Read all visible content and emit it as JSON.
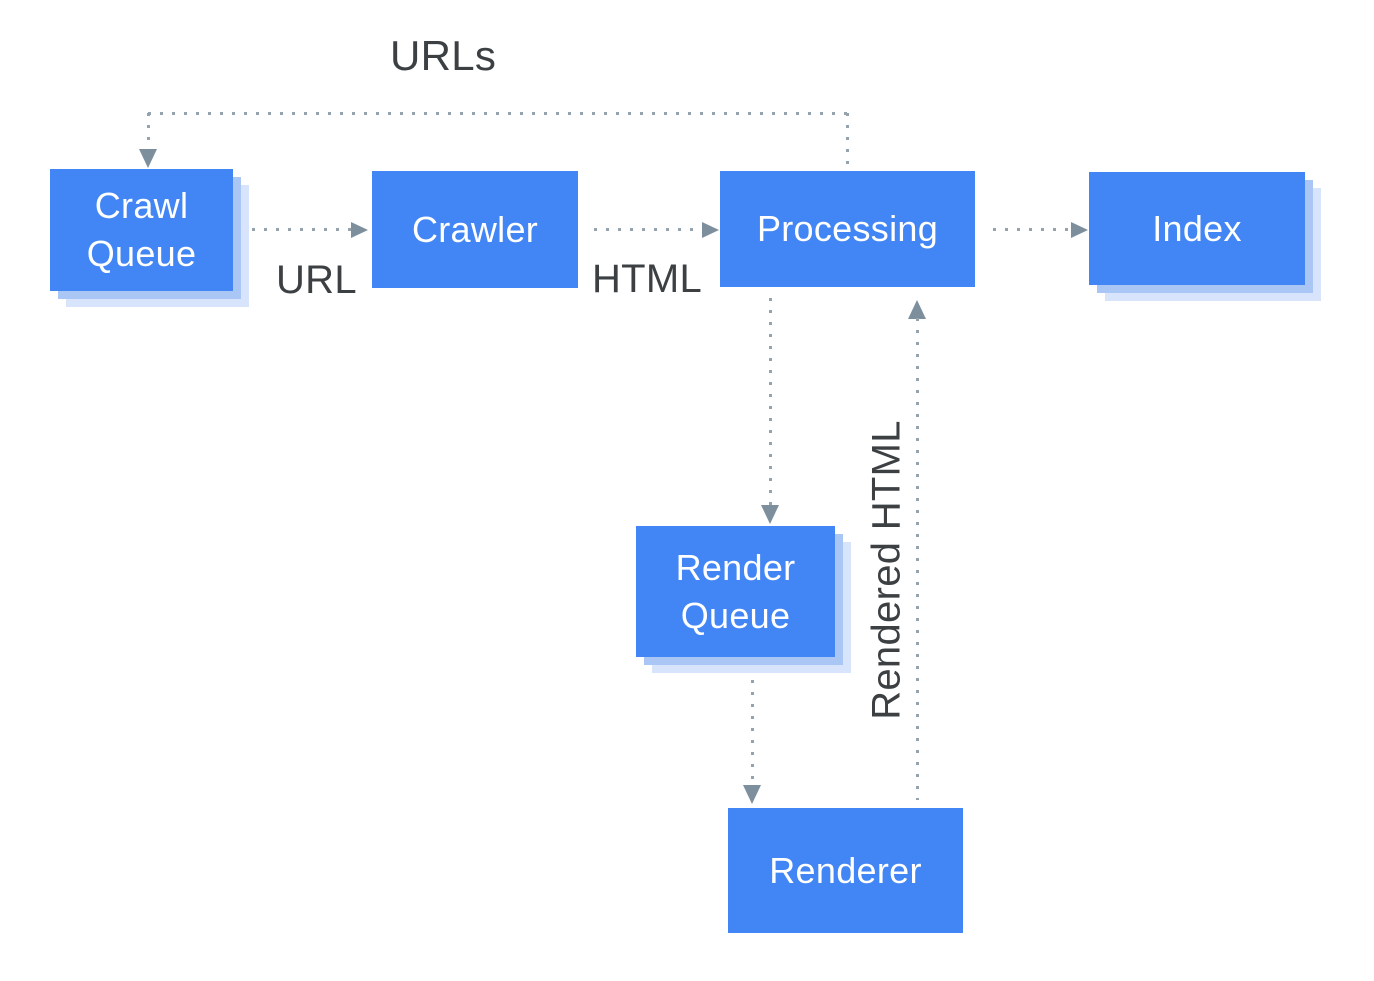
{
  "diagram": {
    "description": "Googlebot crawl-render-index pipeline flowchart",
    "nodes": {
      "crawl_queue": {
        "label": "Crawl Queue"
      },
      "crawler": {
        "label": "Crawler"
      },
      "processing": {
        "label": "Processing"
      },
      "index": {
        "label": "Index"
      },
      "render_queue": {
        "label": "Render Queue"
      },
      "renderer": {
        "label": "Renderer"
      }
    },
    "edge_labels": {
      "urls": "URLs",
      "url": "URL",
      "html": "HTML",
      "rendered_html": "Rendered HTML"
    },
    "edges": [
      {
        "from": "processing",
        "to": "crawl_queue",
        "label": "URLs",
        "style": "dotted"
      },
      {
        "from": "crawl_queue",
        "to": "crawler",
        "label": "URL",
        "style": "dotted"
      },
      {
        "from": "crawler",
        "to": "processing",
        "label": "HTML",
        "style": "dotted"
      },
      {
        "from": "processing",
        "to": "index",
        "label": "",
        "style": "dotted"
      },
      {
        "from": "processing",
        "to": "render_queue",
        "label": "",
        "style": "dotted"
      },
      {
        "from": "render_queue",
        "to": "renderer",
        "label": "",
        "style": "dotted"
      },
      {
        "from": "renderer",
        "to": "processing",
        "label": "Rendered HTML",
        "style": "dotted"
      }
    ],
    "colors": {
      "node_fill": "#4285f4",
      "node_text": "#ffffff",
      "node_shadow_inner": "#aac6f4",
      "node_shadow_outer": "#d8e4fb",
      "connector_dots": "#94a3ae",
      "arrowhead": "#7d8f9d",
      "edge_label_text": "#3c4043",
      "background": "#ffffff"
    }
  }
}
